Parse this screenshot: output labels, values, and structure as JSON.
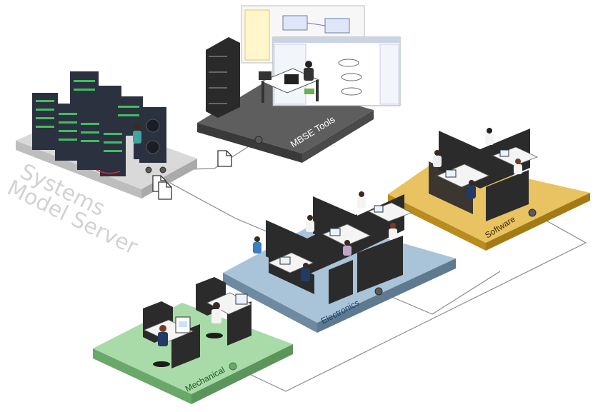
{
  "server": {
    "line1": "Systems",
    "line2": "Model Server"
  },
  "platforms": {
    "mbse": {
      "label": "MBSE Tools",
      "top": "#5e5e5e",
      "front": "#3a3a3a",
      "side": "#4a4a4a",
      "text": "#ffffff"
    },
    "software": {
      "label": "Software",
      "top": "#e9c262",
      "front": "#b98c1e",
      "side": "#a47a15",
      "text": "#3a2f05"
    },
    "electronics": {
      "label": "Electronics",
      "top": "#a9c3d8",
      "front": "#6d8aa1",
      "side": "#5e7a90",
      "text": "#1b3a60"
    },
    "mechanical": {
      "label": "Mechanical",
      "top": "#a9dba9",
      "front": "#6aa86a",
      "side": "#5b955b",
      "text": "#1d5a1d"
    }
  },
  "colors": {
    "connector": "#8a8a8a",
    "cubicle": "#2b2b2b",
    "server_rack": "#2c3140",
    "server_led": "#3fbf5f"
  },
  "icons": {
    "single_doc": "document-icon",
    "multi_doc": "documents-icon"
  }
}
